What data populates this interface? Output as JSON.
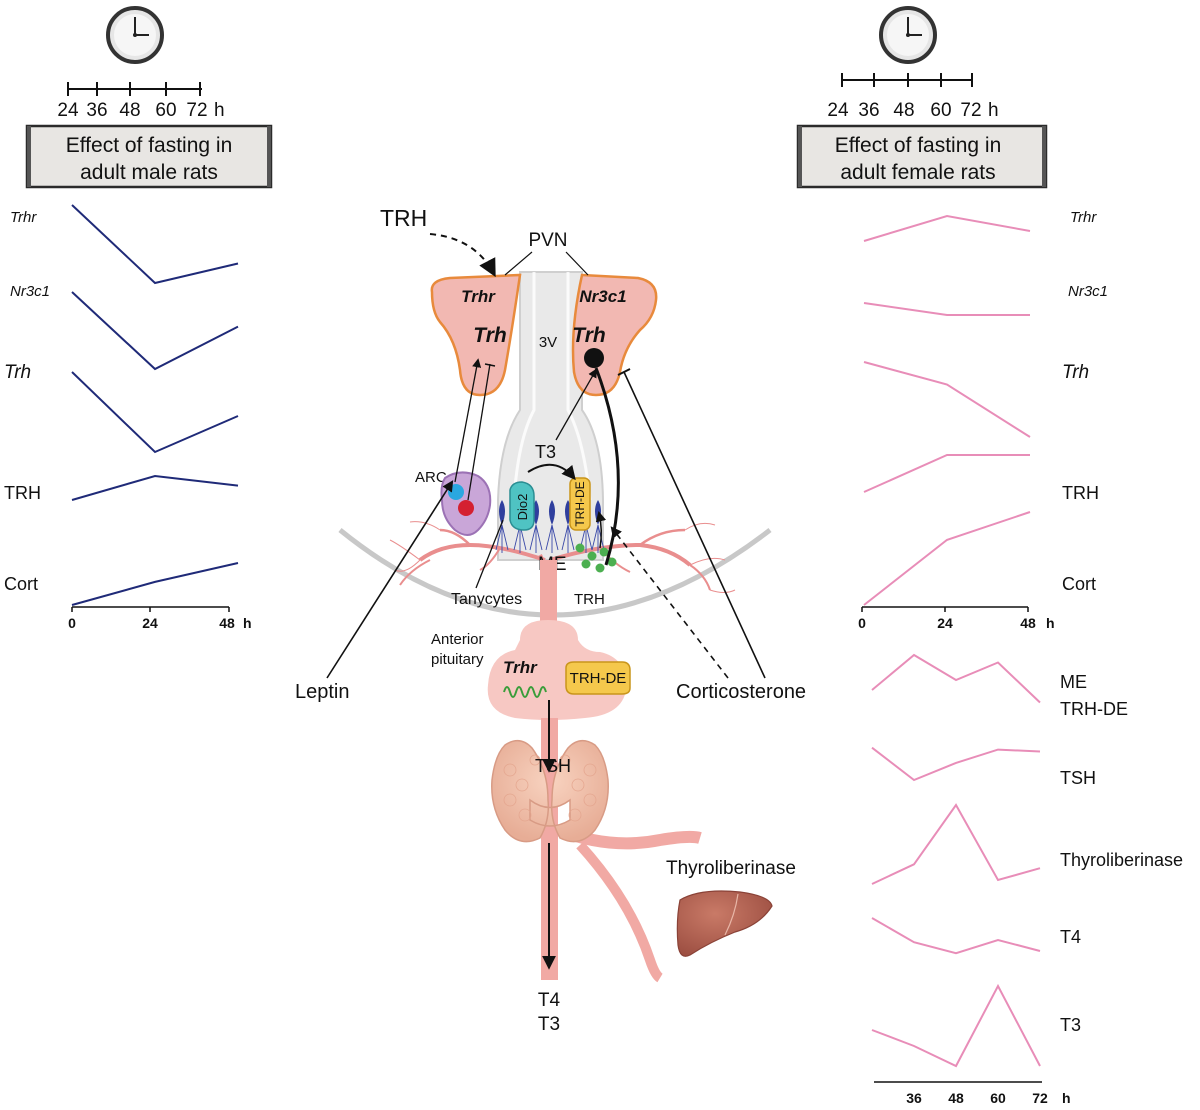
{
  "left_panel": {
    "timeline_ticks": [
      "24",
      "36",
      "48",
      "60",
      "72"
    ],
    "timeline_unit": "h",
    "title_line1": "Effect of fasting in",
    "title_line2": "adult male rats",
    "x_ticks": [
      "0",
      "24",
      "48"
    ],
    "x_unit": "h",
    "line_color": "#1f2a78",
    "traces": [
      {
        "label": "Trhr",
        "italic": true,
        "values": [
          1.0,
          0.0,
          0.25
        ]
      },
      {
        "label": "Nr3c1",
        "italic": true,
        "values": [
          1.0,
          0.0,
          0.55
        ]
      },
      {
        "label": "Trh",
        "italic": true,
        "values": [
          1.0,
          0.0,
          0.45
        ]
      },
      {
        "label": "TRH",
        "italic": false,
        "values": [
          0.0,
          1.0,
          0.6
        ]
      },
      {
        "label": "Cort",
        "italic": false,
        "values": [
          0.0,
          0.55,
          1.0
        ]
      }
    ]
  },
  "right_panel": {
    "timeline_ticks": [
      "24",
      "36",
      "48",
      "60",
      "72"
    ],
    "timeline_unit": "h",
    "title_line1": "Effect of fasting in",
    "title_line2": "adult female rats",
    "line_color": "#e88db8",
    "top_x_ticks": [
      "0",
      "24",
      "48"
    ],
    "top_x_unit": "h",
    "top_traces": [
      {
        "label": "Trhr",
        "italic": true,
        "values": [
          0.0,
          1.0,
          0.4
        ]
      },
      {
        "label": "Nr3c1",
        "italic": true,
        "values": [
          1.0,
          0.0,
          0.0
        ]
      },
      {
        "label": "Trh",
        "italic": true,
        "values": [
          1.0,
          0.7,
          0.0
        ]
      },
      {
        "label": "TRH",
        "italic": false,
        "values": [
          0.0,
          1.0,
          1.0
        ]
      },
      {
        "label": "Cort",
        "italic": false,
        "values": [
          0.0,
          0.7,
          1.0
        ]
      }
    ],
    "bottom_x_ticks": [
      "36",
      "48",
      "60",
      "72"
    ],
    "bottom_x_unit": "h",
    "bottom_traces": [
      {
        "label_line1": "ME",
        "label_line2": "TRH-DE",
        "values": [
          0.3,
          1.0,
          0.5,
          0.85,
          0.05
        ]
      },
      {
        "label_line1": "TSH",
        "label_line2": "",
        "values": [
          0.85,
          0.0,
          0.45,
          0.8,
          0.75
        ]
      },
      {
        "label_line1": "Thyroliberinase",
        "label_line2": "",
        "values": [
          0.0,
          0.25,
          1.0,
          0.05,
          0.2
        ]
      },
      {
        "label_line1": "T4",
        "label_line2": "",
        "values": [
          1.0,
          0.45,
          0.2,
          0.5,
          0.25
        ]
      },
      {
        "label_line1": "T3",
        "label_line2": "",
        "values": [
          0.45,
          0.25,
          0.0,
          1.0,
          0.0
        ]
      }
    ]
  },
  "diagram": {
    "trh_input": "TRH",
    "pvn": "PVN",
    "left_nucleus_label1": "Trhr",
    "left_nucleus_label2": "Trh",
    "right_nucleus_label1": "Nr3c1",
    "right_nucleus_label2": "Trh",
    "third_ventricle": "3V",
    "arc": "ARC",
    "t3": "T3",
    "dio2": "Dio2",
    "trh_de_me": "TRH-DE",
    "me": "ME",
    "tanycytes": "Tanycytes",
    "trh_release": "TRH",
    "anterior_pituitary_line1": "Anterior",
    "anterior_pituitary_line2": "pituitary",
    "pit_trhr": "Trhr",
    "pit_trh_de": "TRH-DE",
    "leptin": "Leptin",
    "corticosterone": "Corticosterone",
    "tsh": "TSH",
    "thyroliberinase": "Thyroliberinase",
    "t4_out": "T4",
    "t3_out": "T3"
  }
}
